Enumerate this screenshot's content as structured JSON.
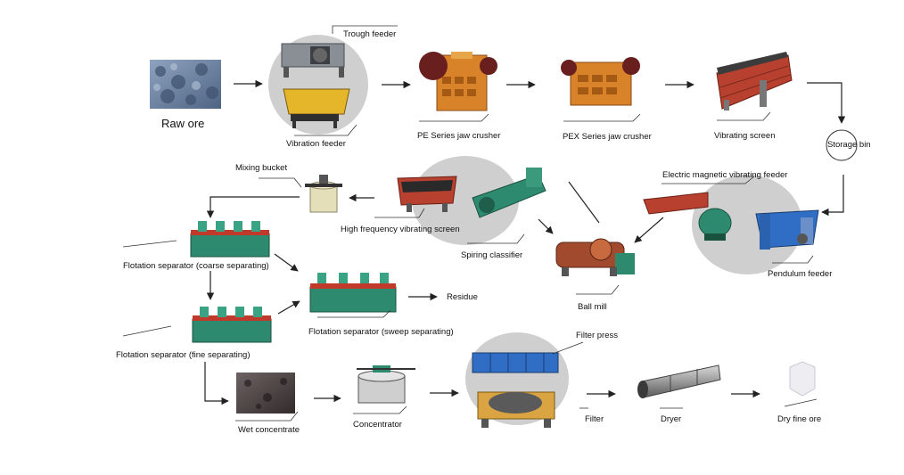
{
  "labels": {
    "raw_ore": "Raw ore",
    "trough_feeder": "Trough feeder",
    "vibration_feeder": "Vibration feeder",
    "pe_crusher": "PE Series jaw crusher",
    "pex_crusher": "PEX Series jaw crusher",
    "vibrating_screen": "Vibrating screen",
    "storage_bin": "Storage bin",
    "mixing_bucket": "Mixing bucket",
    "em_vibrating_feeder": "Electric magnetic vibrating feeder",
    "hf_vibrating_screen": "High frequency vibrating screen",
    "spiral_classifier": "Spiring classifier",
    "pendulum_feeder": "Pendulum feeder",
    "ball_mill": "Ball mill",
    "flotation_coarse": "Flotation separator (coarse separating)",
    "residue": "Residue",
    "flotation_sweep": "Flotation separator (sweep separating)",
    "flotation_fine": "Flotation separator (fine separating)",
    "filter_press": "Filter press",
    "wet_concentrate": "Wet concentrate",
    "concentrator": "Concentrator",
    "filter": "Filter",
    "dryer": "Dryer",
    "dry_fine_ore": "Dry fine ore"
  },
  "colors": {
    "flotation_green": "#2e8a6e",
    "crusher_orange": "#d8822a",
    "screen_red": "#b8402e",
    "halo_grey": "#cfcfcf",
    "arrow": "#222222",
    "ore_blue": "#6f86a8",
    "ore_dark": "#4a4444"
  }
}
